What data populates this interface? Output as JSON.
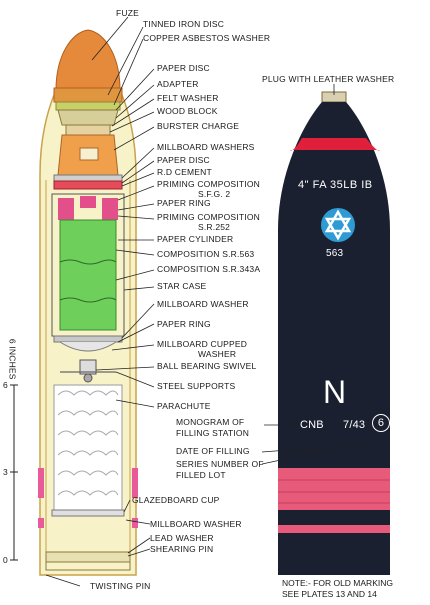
{
  "labels": {
    "fuze": "FUZE",
    "tinned_iron_disc": "TINNED IRON DISC",
    "copper_asbestos_washer": "COPPER ASBESTOS WASHER",
    "paper_disc_top": "PAPER DISC",
    "adapter": "ADAPTER",
    "felt_washer": "FELT WASHER",
    "wood_block": "WOOD BLOCK",
    "burster_charge": "BURSTER CHARGE",
    "millboard_washers": "MILLBOARD WASHERS",
    "paper_disc_mid": "PAPER DISC",
    "rd_cement": "R.D CEMENT",
    "priming_composition_1": "PRIMING COMPOSITION",
    "priming_composition_1_spec": "S.F.G. 2",
    "paper_ring_1": "PAPER RING",
    "priming_composition_2": "PRIMING COMPOSITION",
    "priming_composition_2_spec": "S.R.252",
    "paper_cylinder": "PAPER CYLINDER",
    "composition_563": "COMPOSITION S.R.563",
    "composition_343a": "COMPOSITION S.R.343A",
    "star_case": "STAR CASE",
    "millboard_washer_1": "MILLBOARD WASHER",
    "paper_ring_2": "PAPER RING",
    "millboard_cupped": "MILLBOARD CUPPED",
    "millboard_cupped_2": "WASHER",
    "ball_bearing_swivel": "BALL BEARING SWIVEL",
    "steel_supports": "STEEL SUPPORTS",
    "parachute": "PARACHUTE",
    "glazedboard_cup": "GLAZEDBOARD CUP",
    "millboard_washer_2": "MILLBOARD WASHER",
    "lead_washer": "LEAD WASHER",
    "shearing_pin": "SHEARING PIN",
    "twisting_pin": "TWISTING PIN",
    "plug_with_leather_washer": "PLUG WITH LEATHER WASHER",
    "monogram_1": "MONOGRAM OF",
    "monogram_2": "FILLING STATION",
    "date_of_filling": "DATE OF FILLING",
    "series_number_1": "SERIES NUMBER OF",
    "series_number_2": "FILLED LOT",
    "note_1": "NOTE:- FOR OLD MARKING",
    "note_2": "SEE PLATES 13 AND 14"
  },
  "scale": {
    "title": "6 INCHES",
    "ticks": [
      "6",
      "3",
      "0"
    ]
  },
  "shell_marking": {
    "designation": "4\" FA 35LB IB",
    "lot_code": "563",
    "filling_letter": "N",
    "station": "CNB",
    "date": "7/43",
    "lot_number": "6"
  },
  "colors": {
    "body_dark": "#1b2030",
    "band_red": "#e0203a",
    "band_pink": "#e85a7a",
    "fuze_orange": "#e48a3a",
    "composition_green": "#6ecf5a",
    "shell_cream": "#f8f2c8",
    "star_blue": "#2f9bd4"
  }
}
